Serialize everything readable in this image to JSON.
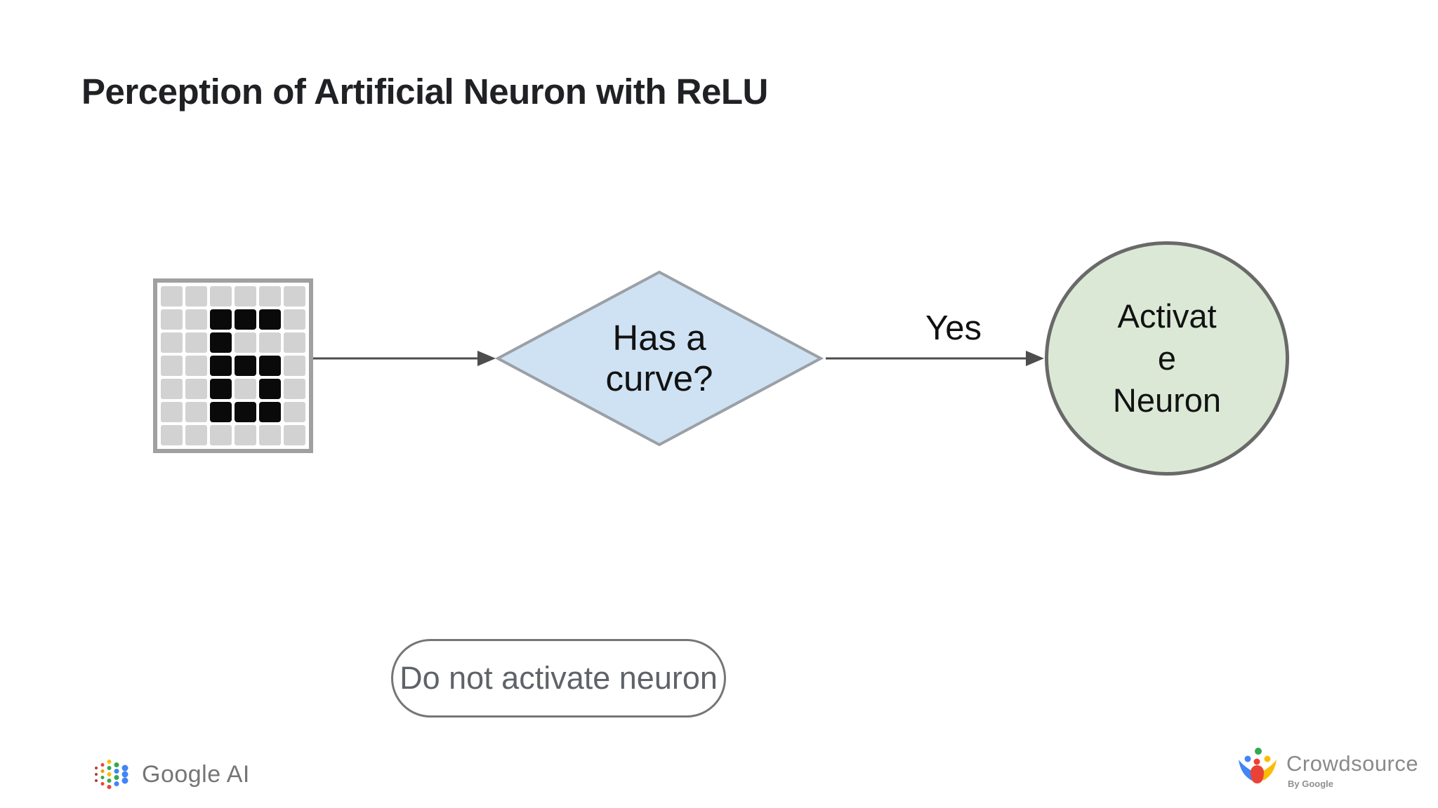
{
  "title": "Perception of Artificial Neuron with ReLU",
  "flow": {
    "input_grid": {
      "rows": 7,
      "cols": 6,
      "pattern": [
        [
          0,
          0,
          0,
          0,
          0,
          0
        ],
        [
          0,
          0,
          1,
          1,
          1,
          0
        ],
        [
          0,
          0,
          1,
          0,
          0,
          0
        ],
        [
          0,
          0,
          1,
          1,
          1,
          0
        ],
        [
          0,
          0,
          1,
          0,
          1,
          0
        ],
        [
          0,
          0,
          1,
          1,
          1,
          0
        ],
        [
          0,
          0,
          0,
          0,
          0,
          0
        ]
      ]
    },
    "decision": {
      "lines": [
        "Has a",
        "curve?"
      ]
    },
    "yes_label": "Yes",
    "activate_node": {
      "lines": [
        "Activat",
        "e",
        "Neuron"
      ]
    },
    "no_action_label": "Do not activate neuron"
  },
  "footer": {
    "google_ai_label": "Google AI",
    "crowdsource_label": "Crowdsource",
    "by_google_label": "By Google"
  },
  "colors": {
    "diamond_fill": "#cfe2f3",
    "diamond_border": "#9aa0a6",
    "circle_fill": "#dbe8d5",
    "circle_border": "#696969",
    "cell_off": "#d2d2d2",
    "cell_on": "#0a0a0a",
    "grid_border": "#a0a0a0",
    "arrow": "#4d4d4d",
    "pill_border": "#767676",
    "pill_text": "#5f6368",
    "title_text": "#202124",
    "footer_text": "#8a8a8a"
  }
}
